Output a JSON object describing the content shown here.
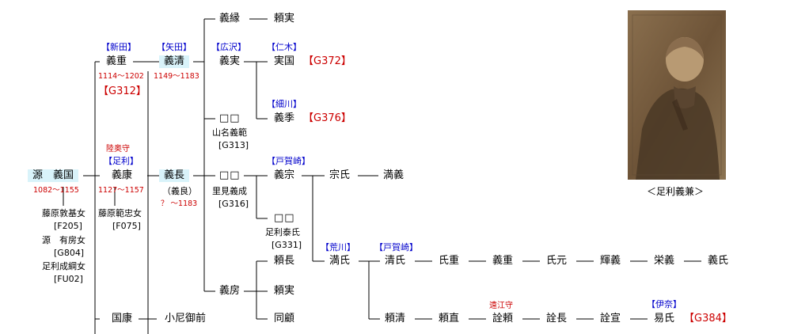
{
  "chart_data": {
    "type": "genealogy-tree",
    "clan_labels": {
      "nitta": "【新田】",
      "yada": "【矢田】",
      "hirosawa": "【広沢】",
      "niki": "【仁木】",
      "hosokawa": "【細川】",
      "ashikaga": "【足利】",
      "togasaki1": "【戸賀崎】",
      "arakawa": "【荒川】",
      "togasaki2": "【戸賀崎】",
      "ina": "【伊奈】"
    },
    "people": {
      "yoshikuni": "源　義国",
      "yoshikuni_dates": "1082～1155",
      "yoshishige": "義重",
      "yoshishige_dates": "1114～1202",
      "yoshishige_ref": "【G312】",
      "yoshikiyo": "義清",
      "yoshikiyo_dates": "1149～1183",
      "yoshiyasu": "義康",
      "yoshiyasu_dates": "1127～1157",
      "yoshiyasu_title": "陸奥守",
      "yoshinaga": "義長",
      "yoshinaga_alias": "（義良）",
      "yoshinaga_dates": "？ ～1183",
      "kuniyasu": "国康",
      "koama": "小尼御前",
      "yoshiyori": "義縁",
      "yorizane_top": "頼実",
      "yoshizane": "義実",
      "sanekuni": "実国",
      "sanekuni_ref": "【G372】",
      "yoshisue": "義季",
      "yoshisue_ref": "【G376】",
      "box1": "□□",
      "box1_name": "山名義範",
      "box1_ref": "[G313]",
      "box2": "□□",
      "box2_name": "里見義成",
      "box2_ref": "[G316]",
      "yoshimune": "義宗",
      "muneuji": "宗氏",
      "mitsuyoshi": "満義",
      "box3": "□□",
      "box3_name": "足利泰氏",
      "box3_ref": "[G331]",
      "yorinaga": "頼長",
      "yoshifusa": "義房",
      "yorizane": "頼実",
      "dougan": "同顧",
      "mitsuuji": "満氏",
      "kiyouji": "清氏",
      "ujishige": "氏重",
      "yoshishige2": "義重",
      "ujimoto": "氏元",
      "teruyoshi": "輝義",
      "muneyoshi": "栄義",
      "yoshiuji": "義氏",
      "yorikiyo": "頼清",
      "yorinao": "頼直",
      "akiyori": "詮頼",
      "akiyori_title": "遠江守",
      "akinaga": "詮長",
      "akinobu": "詮宣",
      "yasuuji": "易氏",
      "yasuuji_ref": "【G384】"
    },
    "mothers": {
      "m1": "藤原敦基女",
      "m1_ref": "[F205]",
      "m2": "源　有房女",
      "m2_ref": "[G804]",
      "m3": "足利成綱女",
      "m3_ref": "[FU02]",
      "m4": "藤原範忠女",
      "m4_ref": "[F075]"
    },
    "portrait_caption": "＜足利義兼＞"
  }
}
